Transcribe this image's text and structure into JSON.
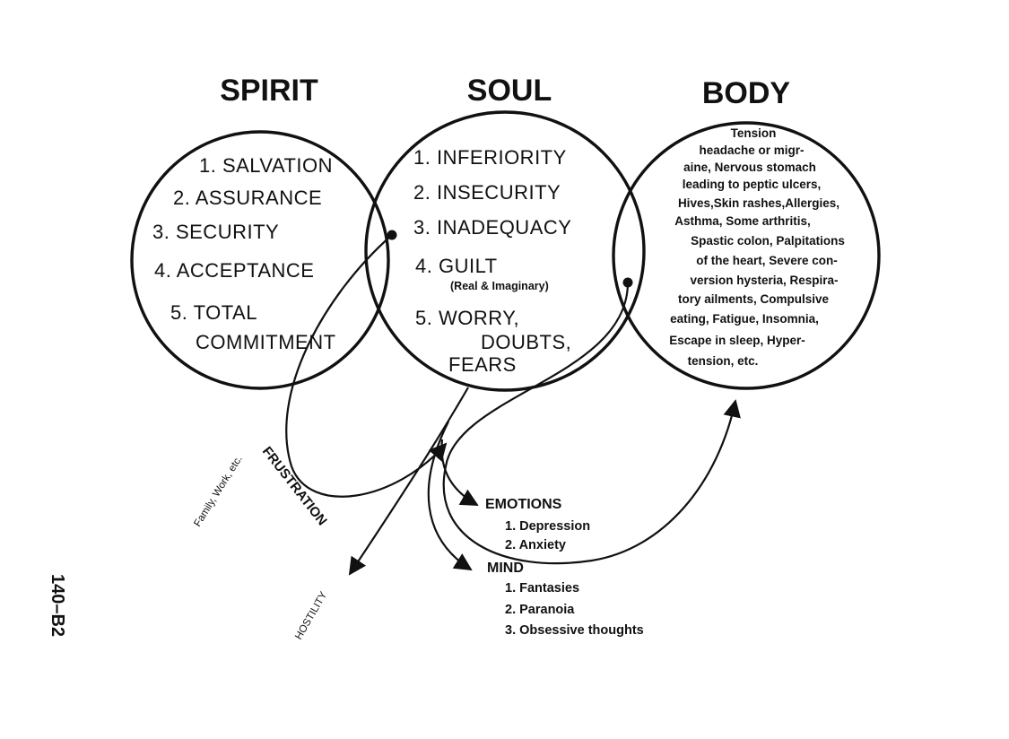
{
  "headings": {
    "spirit": "SPIRIT",
    "soul": "SOUL",
    "body": "BODY"
  },
  "spirit_items": [
    "1. SALVATION",
    "2. ASSURANCE",
    "3. SECURITY",
    "4. ACCEPTANCE",
    "5. TOTAL",
    "COMMITMENT"
  ],
  "soul_items": [
    "1. INFERIORITY",
    "2. INSECURITY",
    "3. INADEQUACY",
    "4. GUILT",
    "(Real & Imaginary)",
    "5. WORRY,",
    "DOUBTS,",
    "FEARS"
  ],
  "body_lines": [
    "Tension",
    "headache or migr-",
    "aine, Nervous stomach",
    "leading to peptic ulcers,",
    "Hives,Skin rashes,Allergies,",
    "Asthma, Some arthritis,",
    "Spastic colon, Palpitations",
    "of the heart, Severe con-",
    "version hysteria, Respira-",
    "tory ailments, Compulsive",
    "eating, Fatigue, Insomnia,",
    "Escape in sleep, Hyper-",
    "tension, etc."
  ],
  "emotions": {
    "label": "EMOTIONS",
    "items": [
      "1. Depression",
      "2. Anxiety"
    ]
  },
  "mind": {
    "label": "MIND",
    "items": [
      "1. Fantasies",
      "2. Paranoia",
      "3. Obsessive thoughts"
    ]
  },
  "curve_labels": {
    "frustration": "FRUSTRATION",
    "context": "Family, Work, etc.",
    "hostility": "HOSTILITY"
  },
  "figure_code": "140–B2"
}
